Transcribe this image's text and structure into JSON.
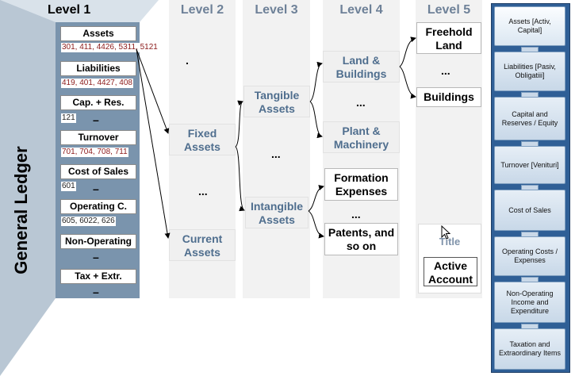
{
  "diagram": {
    "side_title": "General Ledger",
    "levels": [
      "Level 1",
      "Level 2",
      "Level 3",
      "Level 4",
      "Level 5"
    ],
    "level1": [
      {
        "label": "Assets",
        "codes": "301, 411, 4426, 5311, 5121"
      },
      {
        "label": "Liabilities",
        "codes": "419, 401, 4427, 408"
      },
      {
        "label": "Cap. + Res.",
        "codes": "121"
      },
      {
        "label": "Turnover",
        "codes": "701, 704, 708, 711"
      },
      {
        "label": "Cost of Sales",
        "codes": "601"
      },
      {
        "label": "Operating C.",
        "codes": "605, 6022, 626"
      },
      {
        "label": "Non-Operating",
        "codes": ""
      },
      {
        "label": "Tax + Extr.",
        "codes": ""
      }
    ],
    "level1_dash": "–",
    "level2": {
      "dot": ".",
      "fixed": "Fixed Assets",
      "ellipsis": "...",
      "current": "Current Assets"
    },
    "level3": {
      "tangible": "Tangible Assets",
      "ellipsis": "...",
      "intangible": "Intangible Assets"
    },
    "level4": {
      "land": "Land & Buildings",
      "ellipsis1": "...",
      "plant": "Plant & Machinery",
      "formation": "Formation Expenses",
      "ellipsis2": "...",
      "patents": "Patents, and so on"
    },
    "level5": {
      "freehold": "Freehold Land",
      "ellipsis": "...",
      "buildings": "Buildings",
      "title": "Title",
      "active": "Active Account"
    }
  },
  "menu": {
    "items": [
      "Assets [Activ, Capital]",
      "Liabilities [Pasiv, Obligatiii]",
      "Capital and Reserves / Equity",
      "Turnover [Venituri]",
      "Cost of Sales",
      "Operating Costs / Expenses",
      "Non-Operating Income and Expenditure",
      "Taxation and Extraordinary Items"
    ]
  },
  "colors": {
    "panel": "#7a94ad",
    "level_title": "#6e8198",
    "node_blue": "#4f6e8e",
    "menu_bg": "#2f5f96"
  }
}
